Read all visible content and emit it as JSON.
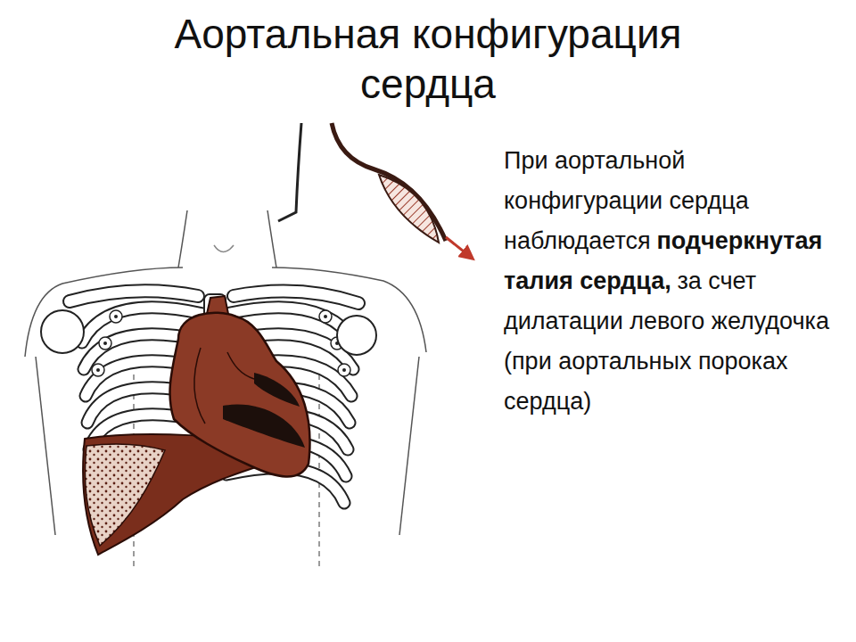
{
  "diagram": {
    "title": "Аортальная конфигурация сердца",
    "labels": [
      "При аортальной конфигурации сердца наблюдается",
      "подчеркнутая талия сердца,",
      "за счет дилатации левого желудочка (при аортальных пороках сердца)"
    ]
  }
}
